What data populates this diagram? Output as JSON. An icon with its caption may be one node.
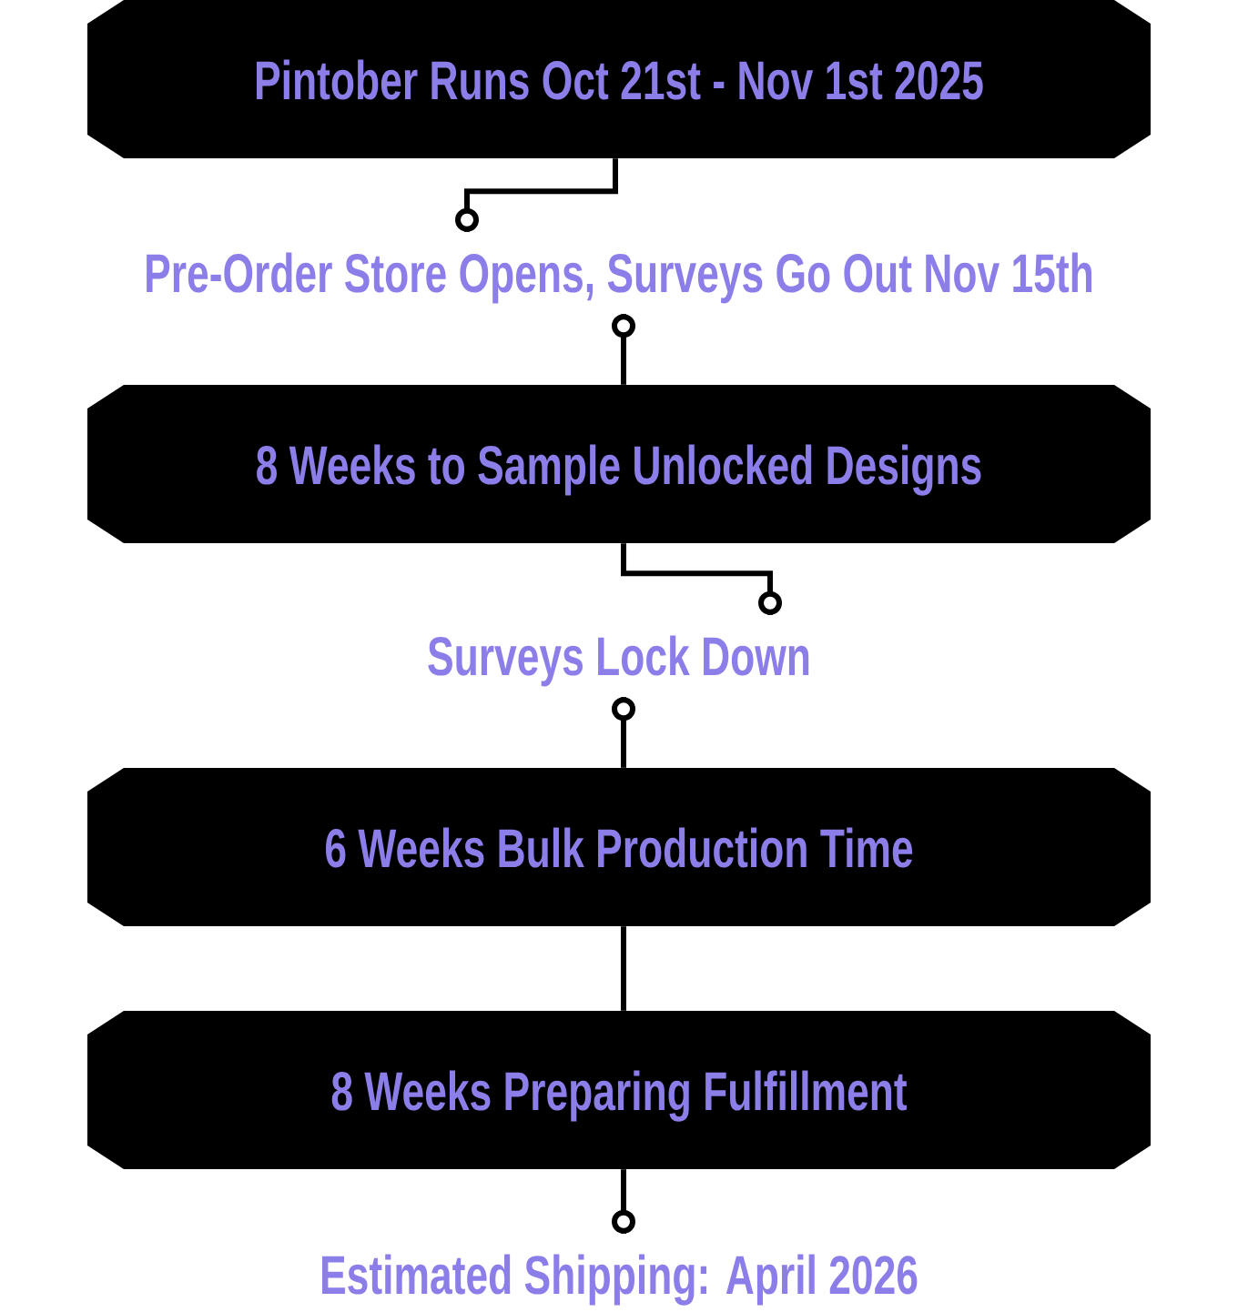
{
  "diagram": {
    "nodes": [
      {
        "text": [
          "Pintober Runs Oct 21st - Nov 1st 2025"
        ]
      },
      {
        "text": [
          "Pre-Order Store Opens, Surveys Go Out Nov 15th"
        ]
      },
      {
        "text": [
          "8 Weeks to Sample Unlocked Designs"
        ]
      },
      {
        "text": [
          "Surveys Lock Down"
        ]
      },
      {
        "text": [
          "6 Weeks Bulk Production Time"
        ]
      },
      {
        "text": [
          "8 Weeks Preparing Fulfillment"
        ]
      },
      {
        "text": [
          "Estimated Shipping: April 2026"
        ]
      }
    ],
    "edges": [
      {
        "from": 0,
        "to": 1,
        "arrow": "other"
      },
      {
        "from": 1,
        "to": 2,
        "arrow": "other"
      },
      {
        "from": 2,
        "to": 3,
        "arrow": "other"
      },
      {
        "from": 3,
        "to": 4,
        "arrow": "other"
      },
      {
        "from": 4,
        "to": 5,
        "arrow": "none"
      },
      {
        "from": 5,
        "to": 6,
        "arrow": "other"
      }
    ]
  }
}
